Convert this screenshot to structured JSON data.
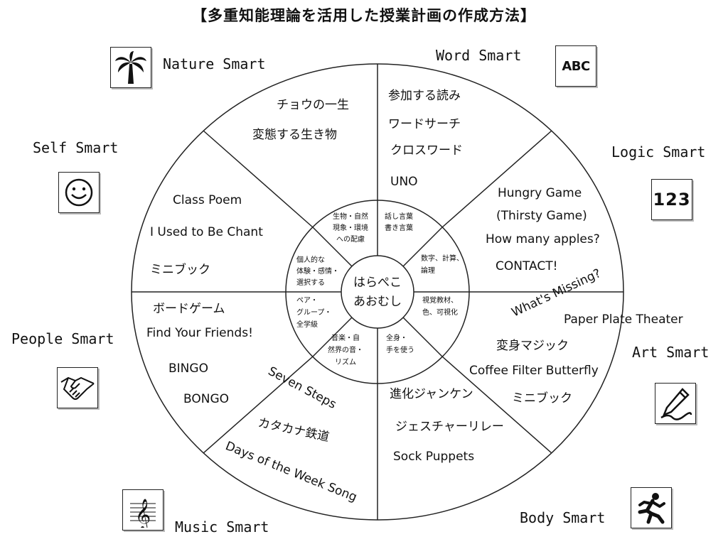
{
  "title": "【多重知能理論を活用した授業計画の作成方法】",
  "hub": {
    "line1": "はらぺこ",
    "line2": "あおむし"
  },
  "smarts": {
    "nature": {
      "label": "Nature Smart",
      "icon": "palm-tree-icon"
    },
    "word": {
      "label": "Word Smart",
      "icon": "abc-icon",
      "icon_text": "ABC"
    },
    "self": {
      "label": "Self Smart",
      "icon": "smiley-face-icon"
    },
    "logic": {
      "label": "Logic Smart",
      "icon": "numbers-123-icon",
      "icon_text": "123"
    },
    "people": {
      "label": "People Smart",
      "icon": "handshake-icon"
    },
    "art": {
      "label": "Art Smart",
      "icon": "pen-drawing-icon"
    },
    "music": {
      "label": "Music Smart",
      "icon": "treble-clef-icon"
    },
    "body": {
      "label": "Body Smart",
      "icon": "running-person-icon"
    }
  },
  "middle_ring": {
    "nature": [
      "生物・自然",
      "現象・環境",
      "への配慮"
    ],
    "word": [
      "話し言葉",
      "書き言葉"
    ],
    "logic": [
      "数字、計算、",
      "論理"
    ],
    "art": [
      "視覚教材、",
      "色、可視化"
    ],
    "body": [
      "全身・",
      "手を使う"
    ],
    "music": [
      "音楽・自",
      "然界の音・",
      "リズム"
    ],
    "people": [
      "ペア・",
      "グループ・",
      "全学級"
    ],
    "self": [
      "個人的な",
      "体験・感情・",
      "選択する"
    ]
  },
  "activities": {
    "nature": [
      "チョウの一生",
      "変態する生き物"
    ],
    "word": [
      "参加する読み",
      "ワードサーチ",
      "クロスワード",
      "UNO"
    ],
    "logic": [
      "Hungry Game",
      "(Thirsty Game)",
      "How many apples?",
      "CONTACT!",
      "What's Missing?"
    ],
    "art": [
      "Paper Plate Theater",
      "変身マジック",
      "Coffee Filter Butterfly",
      "ミニブック"
    ],
    "body": [
      "進化ジャンケン",
      "ジェスチャーリレー",
      "Sock Puppets"
    ],
    "music": [
      "Seven Steps",
      "カタカナ鉄道",
      "Days of the Week Song"
    ],
    "people": [
      "ボードゲーム",
      "Find Your Friends!",
      "BINGO",
      "BONGO"
    ],
    "self": [
      "Class Poem",
      "I Used to Be Chant",
      "ミニブック"
    ]
  }
}
